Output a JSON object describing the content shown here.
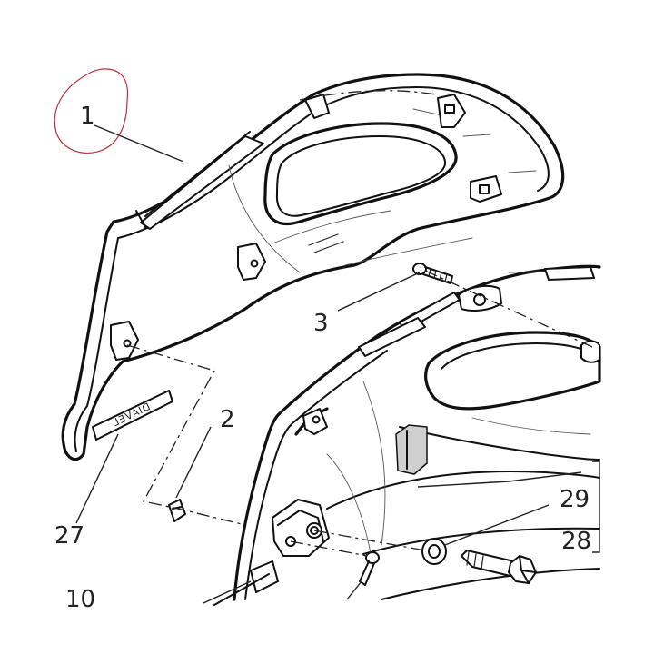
{
  "callouts": {
    "c1": "1",
    "c2": "2",
    "c3": "3",
    "c10": "10",
    "c27": "27",
    "c28": "28",
    "c29": "29"
  },
  "emblem": {
    "text": "DIAVEL"
  },
  "colors": {
    "ink": "#111111",
    "highlight_circle": "#c0303a",
    "background": "#ffffff"
  }
}
